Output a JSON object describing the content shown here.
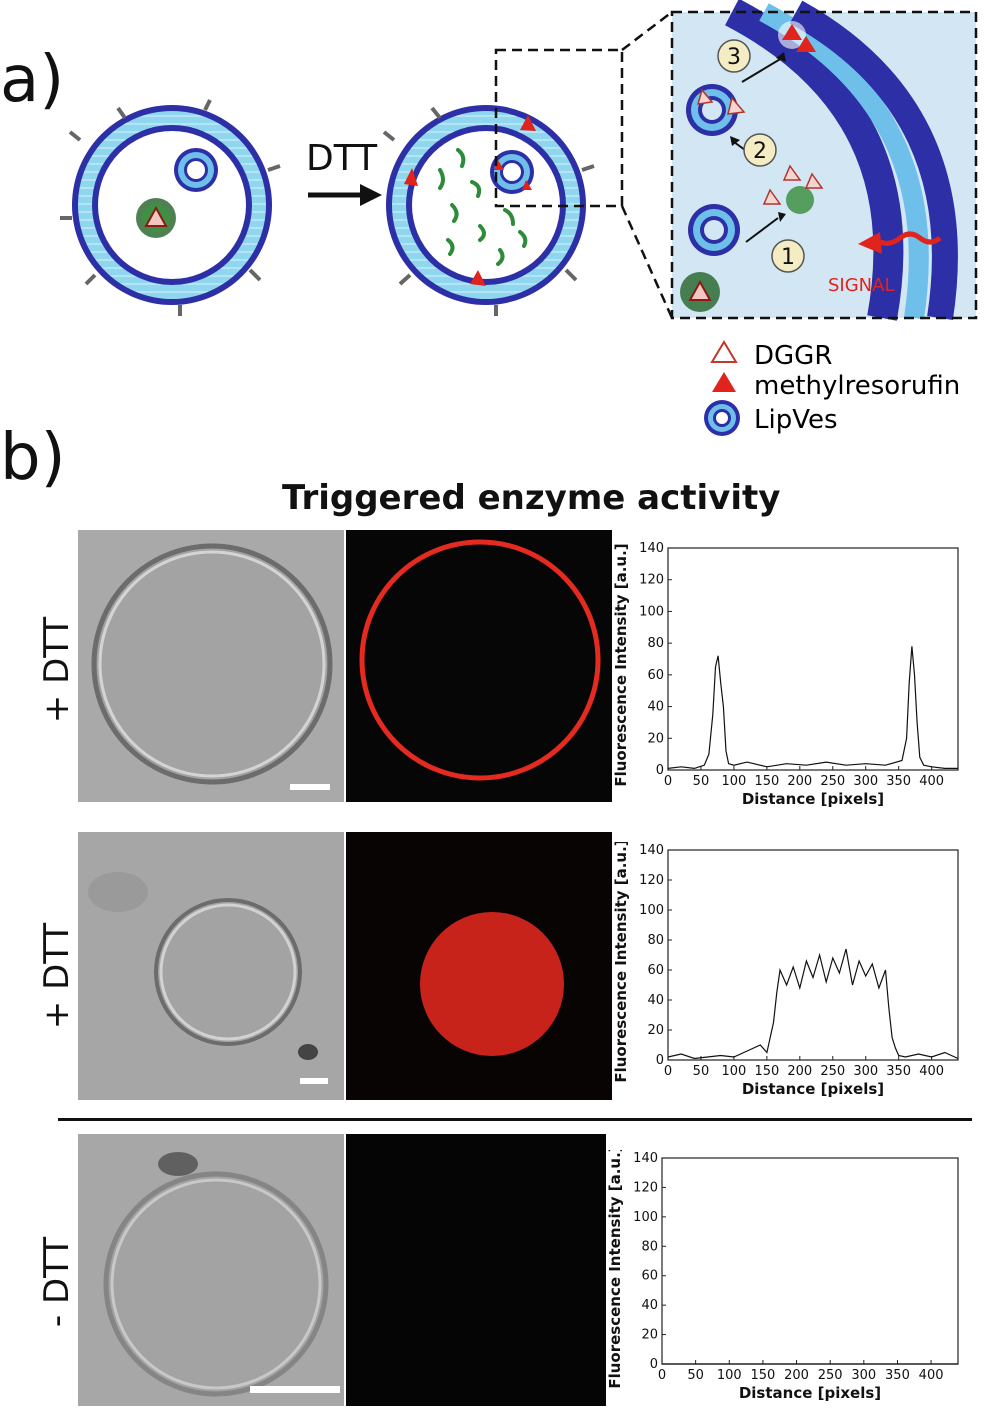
{
  "panel_a": {
    "label": "a)",
    "arrow_label": "DTT",
    "steps": [
      "1",
      "2",
      "3"
    ],
    "signal_label": "SIGNAL",
    "legend": [
      {
        "symbol": "open-triangle",
        "text": "DGGR"
      },
      {
        "symbol": "filled-triangle",
        "text": "methylresorufin"
      },
      {
        "symbol": "vesicle",
        "text": "LipVes"
      }
    ]
  },
  "panel_b": {
    "label": "b)",
    "title": "Triggered enzyme activity",
    "rows": [
      {
        "condition": "+ DTT"
      },
      {
        "condition": "+ DTT"
      },
      {
        "condition": "- DTT"
      }
    ]
  },
  "colors": {
    "membrane_dark": "#2c2fa6",
    "membrane_light": "#7fd0ec",
    "lumen": "#cfe3f1",
    "product_red": "#e0231c",
    "enzyme_green": "#2e8b3a",
    "fluorescence_red": "#e52a20"
  },
  "chart_data": [
    {
      "type": "line",
      "xlabel": "Distance [pixels]",
      "ylabel": "Fluorescence Intensity [a.u.]",
      "xlim": [
        0,
        440
      ],
      "ylim": [
        0,
        140
      ],
      "xticks": [
        0,
        50,
        100,
        150,
        200,
        250,
        300,
        350,
        400
      ],
      "yticks": [
        0,
        20,
        40,
        60,
        80,
        100,
        120,
        140
      ],
      "x": [
        0,
        20,
        40,
        55,
        62,
        68,
        72,
        76,
        80,
        84,
        88,
        92,
        100,
        120,
        150,
        180,
        210,
        240,
        270,
        300,
        330,
        355,
        362,
        366,
        370,
        374,
        378,
        382,
        388,
        400,
        420,
        440
      ],
      "y": [
        1,
        2,
        1,
        3,
        10,
        35,
        65,
        72,
        55,
        40,
        12,
        4,
        3,
        5,
        2,
        4,
        3,
        5,
        3,
        4,
        3,
        6,
        20,
        55,
        78,
        60,
        30,
        8,
        3,
        2,
        1,
        1
      ]
    },
    {
      "type": "line",
      "xlabel": "Distance [pixels]",
      "ylabel": "Fluorescence Intensity [a.u.]",
      "xlim": [
        0,
        440
      ],
      "ylim": [
        0,
        140
      ],
      "xticks": [
        0,
        50,
        100,
        150,
        200,
        250,
        300,
        350,
        400
      ],
      "yticks": [
        0,
        20,
        40,
        60,
        80,
        100,
        120,
        140
      ],
      "x": [
        0,
        20,
        40,
        60,
        80,
        100,
        120,
        140,
        150,
        160,
        165,
        170,
        180,
        190,
        200,
        210,
        220,
        230,
        240,
        250,
        260,
        270,
        280,
        290,
        300,
        310,
        320,
        330,
        335,
        340,
        345,
        350,
        360,
        380,
        400,
        420,
        440
      ],
      "y": [
        2,
        4,
        1,
        2,
        3,
        2,
        6,
        10,
        5,
        25,
        45,
        60,
        50,
        62,
        48,
        66,
        55,
        70,
        52,
        68,
        58,
        74,
        50,
        66,
        56,
        64,
        48,
        60,
        35,
        15,
        8,
        3,
        2,
        4,
        2,
        5,
        1
      ]
    },
    {
      "type": "line",
      "xlabel": "Distance [pixels]",
      "ylabel": "Fluorescence Intensity [a.u.]",
      "xlim": [
        0,
        440
      ],
      "ylim": [
        0,
        140
      ],
      "xticks": [
        0,
        50,
        100,
        150,
        200,
        250,
        300,
        350,
        400
      ],
      "yticks": [
        0,
        20,
        40,
        60,
        80,
        100,
        120,
        140
      ],
      "x": [
        0,
        440
      ],
      "y": [
        0,
        0
      ]
    }
  ]
}
